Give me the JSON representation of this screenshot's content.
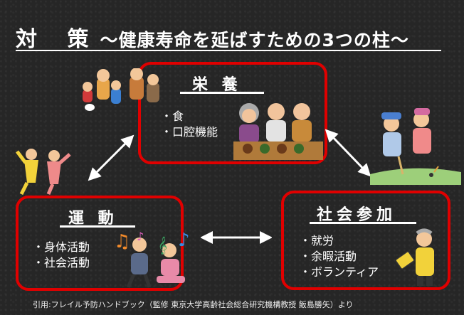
{
  "title": {
    "prefix": "対 策",
    "rest": "～健康寿命を延ばすための3つの柱～"
  },
  "pillars": [
    {
      "id": "nutrition",
      "title": "栄 養",
      "items": [
        "食",
        "口腔機能"
      ]
    },
    {
      "id": "exercise",
      "title": "運 動",
      "items": [
        "身体活動",
        "社会活動"
      ]
    },
    {
      "id": "social",
      "title": "社会参加",
      "items": [
        "就労",
        "余暇活動",
        "ボランティア"
      ]
    }
  ],
  "citation": "引用:フレイル予防ハンドブック（監修 東京大学高齢社会総合研究機構教授 飯島勝矢）より",
  "icons": [
    "family-brushing-teeth",
    "elderly-eating",
    "gateball-players",
    "exercising-women",
    "musical-notes",
    "dancing-elderly",
    "volunteer-guard"
  ],
  "colors": {
    "background": "#262626",
    "frame": "#e00000",
    "text": "#ffffff"
  }
}
